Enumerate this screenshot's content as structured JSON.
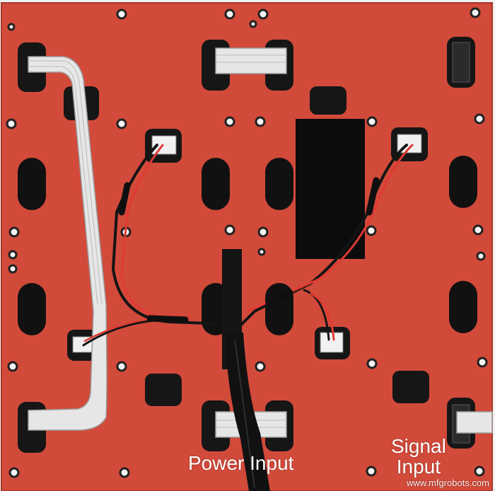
{
  "labels": {
    "power_input": "Power Input",
    "signal_input_line1": "Signal",
    "signal_input_line2": "Input"
  },
  "watermark": "www.mfgrobots.com",
  "colors": {
    "panel": "#d24a3a",
    "ribbon_cable": "#e6e6e6",
    "hole": "#111111",
    "red_wire": "#e03a34",
    "black_wire": "#141414",
    "label_text": "#ffffff"
  }
}
